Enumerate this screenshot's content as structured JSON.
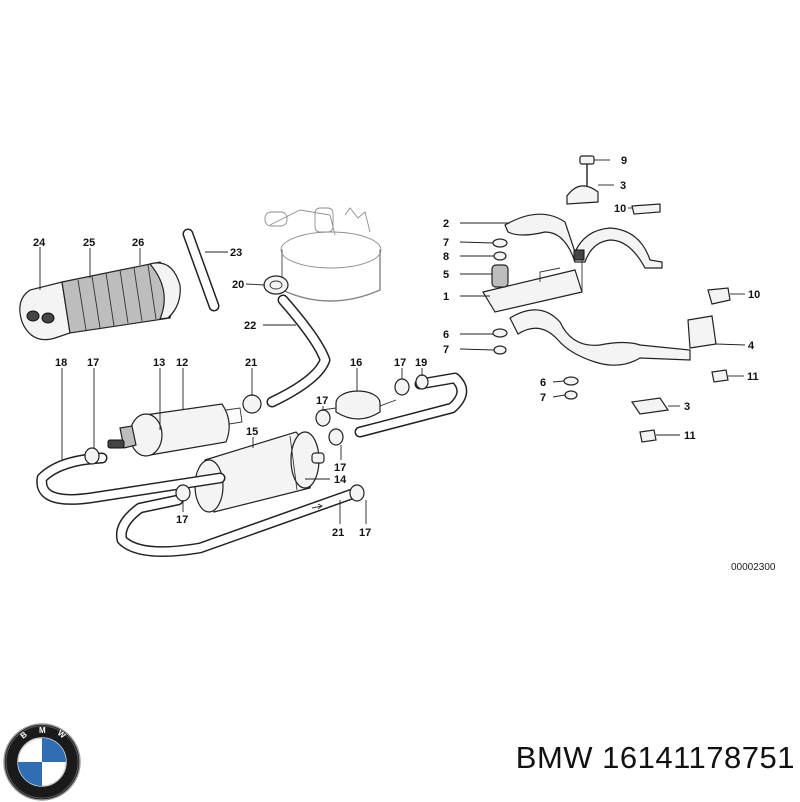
{
  "diagram": {
    "reference_code": "00002300",
    "part_labels": [
      "1",
      "2",
      "3",
      "3",
      "4",
      "5",
      "6",
      "6",
      "7",
      "7",
      "7",
      "8",
      "9",
      "10",
      "10",
      "11",
      "11",
      "12",
      "13",
      "14",
      "15",
      "16",
      "17",
      "17",
      "17",
      "17",
      "17",
      "17",
      "18",
      "19",
      "20",
      "21",
      "21",
      "22",
      "23",
      "24",
      "25",
      "26"
    ]
  },
  "caption": {
    "brand": "BMW",
    "part_number": "16141178751",
    "text": "BMW 16141178751"
  },
  "logo": {
    "name": "bmw-roundel",
    "letters": "BMW",
    "colors": {
      "ring": "#1a1a1a",
      "blue": "#2f6db5",
      "white": "#ffffff"
    }
  }
}
